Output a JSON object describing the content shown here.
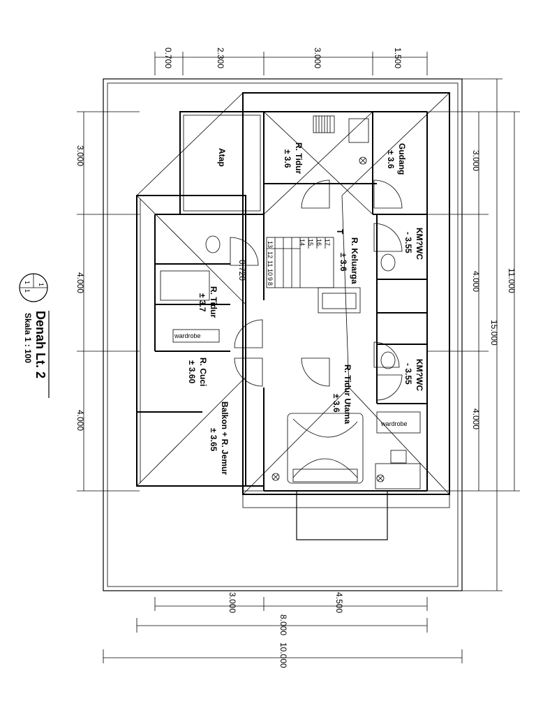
{
  "title": "Denah Lt. 2",
  "subtitle": "Skala 1 : 100",
  "marker": {
    "top": "1",
    "left": "1",
    "right": "1"
  },
  "dims_top": [
    "0.700",
    "2.300",
    "3.000",
    "1.500"
  ],
  "dims_left": [
    "3.000",
    "4.000",
    "4.000"
  ],
  "dims_right_inner": [
    "3.000",
    "4.000",
    "4.000"
  ],
  "dims_right_outer": [
    "11.000",
    "15.000"
  ],
  "dims_bottom": [
    "3.000",
    "4.500",
    "8.000",
    "10.000"
  ],
  "door_dim": "0.720",
  "rooms": {
    "atap": "Atap",
    "tidur1_name": "R. Tidur",
    "tidur1_level": "± 3.6",
    "gudang_name": "Gudang",
    "gudang_level": "± 3.6",
    "keluarga_name": "R. Keluarga",
    "keluarga_level": "± 3.6",
    "km1_name": "KM?WC",
    "km1_level": "- 3.55",
    "km2_name": "KM?WC",
    "km2_level": "- 3.55",
    "tidur2_name": "R. Tidur",
    "tidur2_level": "± 3.7",
    "cuci_name": "R. Cuci",
    "cuci_level": "± 3.60",
    "utama_name": "R. Tidur Utama",
    "utama_level": "± 3.6",
    "balkon_name": "Balkon + R. Jemur",
    "balkon_level": "± 3.65",
    "wardrobe1": "wardrobe",
    "wardrobe2": "wardrobe"
  },
  "stair_numbers": [
    "13",
    "12",
    "11",
    "10",
    "9",
    "8",
    "14",
    "15",
    "16",
    "17"
  ],
  "stair_mark": "T"
}
